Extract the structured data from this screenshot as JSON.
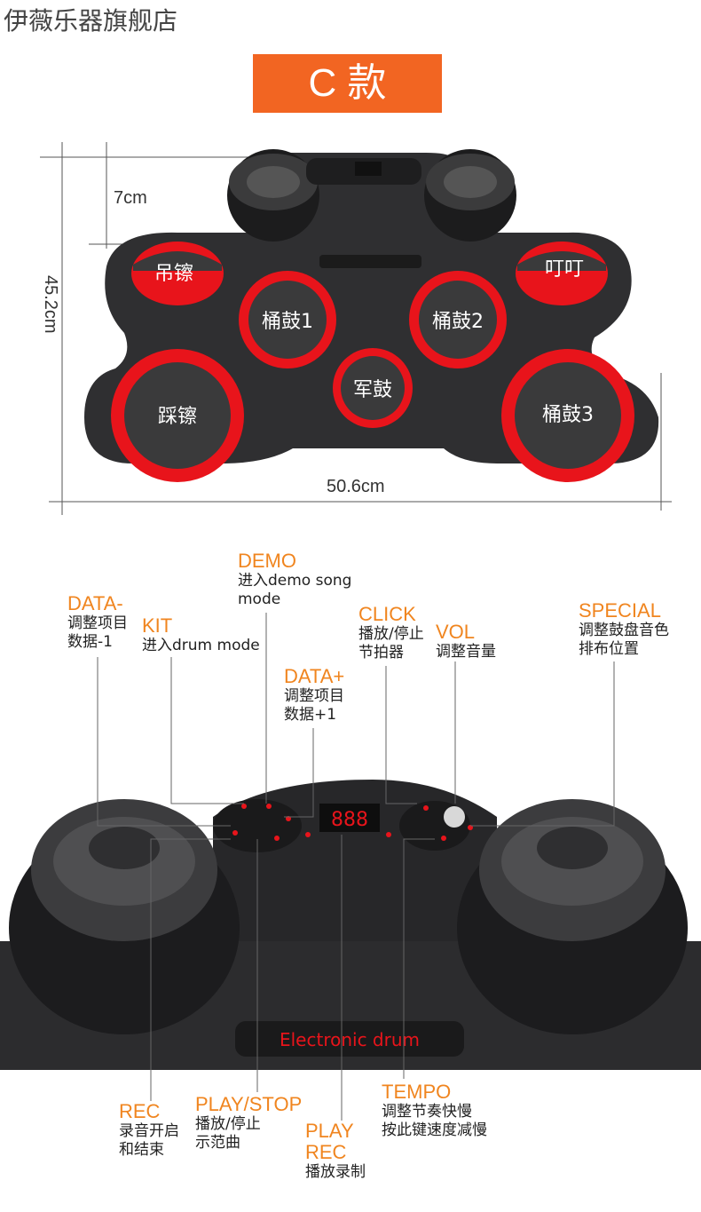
{
  "store_name": "伊薇乐器旗舰店",
  "model_badge": "C 款",
  "dimensions": {
    "depth": "7cm",
    "height": "45.2cm",
    "width": "50.6cm"
  },
  "pads": {
    "crash": "吊镲",
    "ride": "叮叮",
    "tom1": "桶鼓1",
    "tom2": "桶鼓2",
    "snare": "军鼓",
    "hihat": "踩镲",
    "tom3": "桶鼓3"
  },
  "device_label": "Electronic drum",
  "display_digits": "888",
  "controls": {
    "data_minus": {
      "name": "DATA-",
      "desc": "调整项目\n数据-1"
    },
    "kit": {
      "name": "KIT",
      "desc": "进入drum mode"
    },
    "demo": {
      "name": "DEMO",
      "desc": "进入demo song\nmode"
    },
    "data_plus": {
      "name": "DATA+",
      "desc": "调整项目\n数据+1"
    },
    "click": {
      "name": "CLICK",
      "desc": "播放/停止\n节拍器"
    },
    "vol": {
      "name": "VOL",
      "desc": "调整音量"
    },
    "special": {
      "name": "SPECIAL",
      "desc": "调整鼓盘音色\n排布位置"
    },
    "rec": {
      "name": "REC",
      "desc": "录音开启\n和结束"
    },
    "play_stop": {
      "name": "PLAY/STOP",
      "desc": "播放/停止\n示范曲"
    },
    "play_rec": {
      "name": "PLAY\nREC",
      "desc": "播放录制"
    },
    "tempo": {
      "name": "TEMPO",
      "desc": "调整节奏快慢\n按此键速度减慢"
    }
  },
  "colors": {
    "accent": "#f26522",
    "pad_red": "#e8141b",
    "label_orange": "#f0851f",
    "body": "#2b2b2d"
  }
}
